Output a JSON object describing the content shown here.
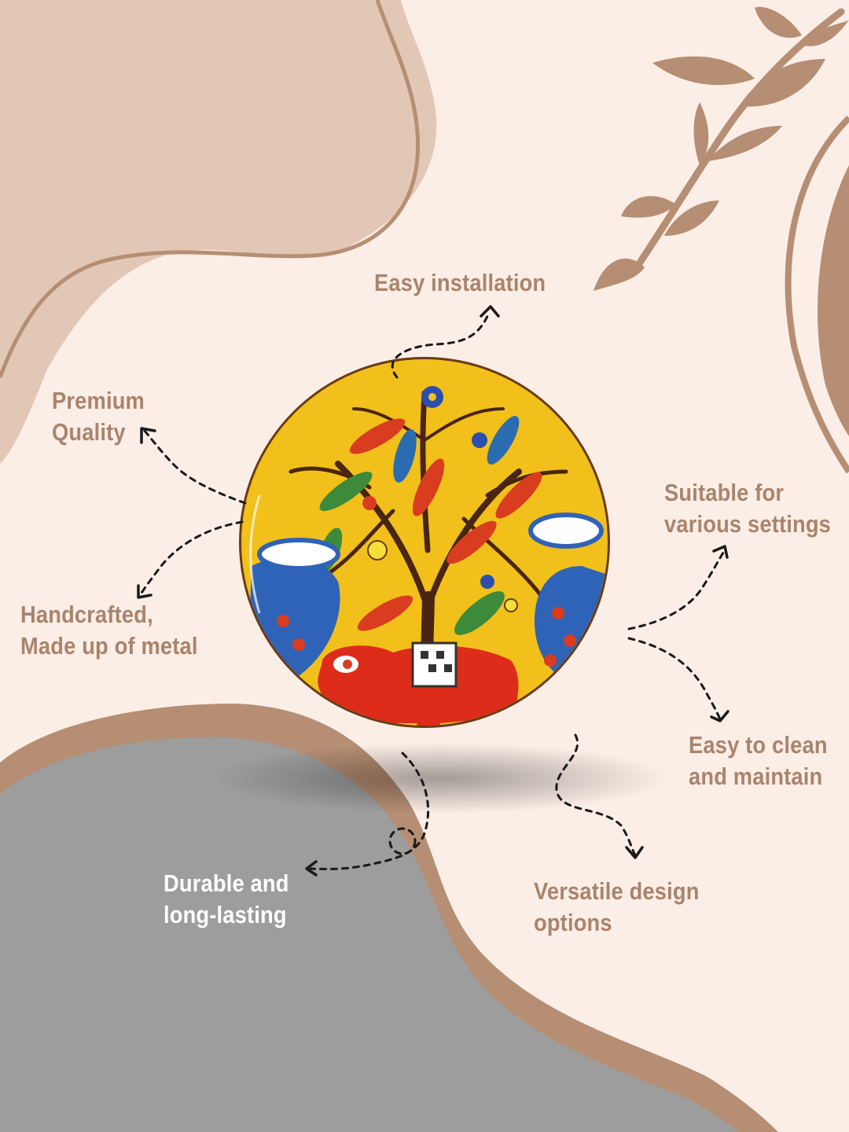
{
  "colors": {
    "background": "#fbeee6",
    "blob_light": "#e3c7b6",
    "accent_brown": "#b58e74",
    "text_brown": "#a9846c",
    "gray_blob": "#9d9d9d",
    "text_white": "#ffffff",
    "plate_yellow": "#f1c01a"
  },
  "features": {
    "easy_installation": {
      "lines": [
        "Easy installation"
      ]
    },
    "premium_quality": {
      "lines": [
        "Premium",
        "Quality"
      ]
    },
    "suitable_settings": {
      "lines": [
        "Suitable for",
        "various settings"
      ]
    },
    "handcrafted": {
      "lines": [
        "Handcrafted,",
        "Made up of metal"
      ]
    },
    "easy_clean": {
      "lines": [
        "Easy to clean",
        "and maintain"
      ]
    },
    "durable": {
      "lines": [
        "Durable and",
        "long-lasting"
      ]
    },
    "versatile": {
      "lines": [
        "Versatile design",
        "options"
      ]
    }
  },
  "icons": {
    "plate": "madhubani-plate-icon",
    "branch": "leaf-branch-icon"
  }
}
